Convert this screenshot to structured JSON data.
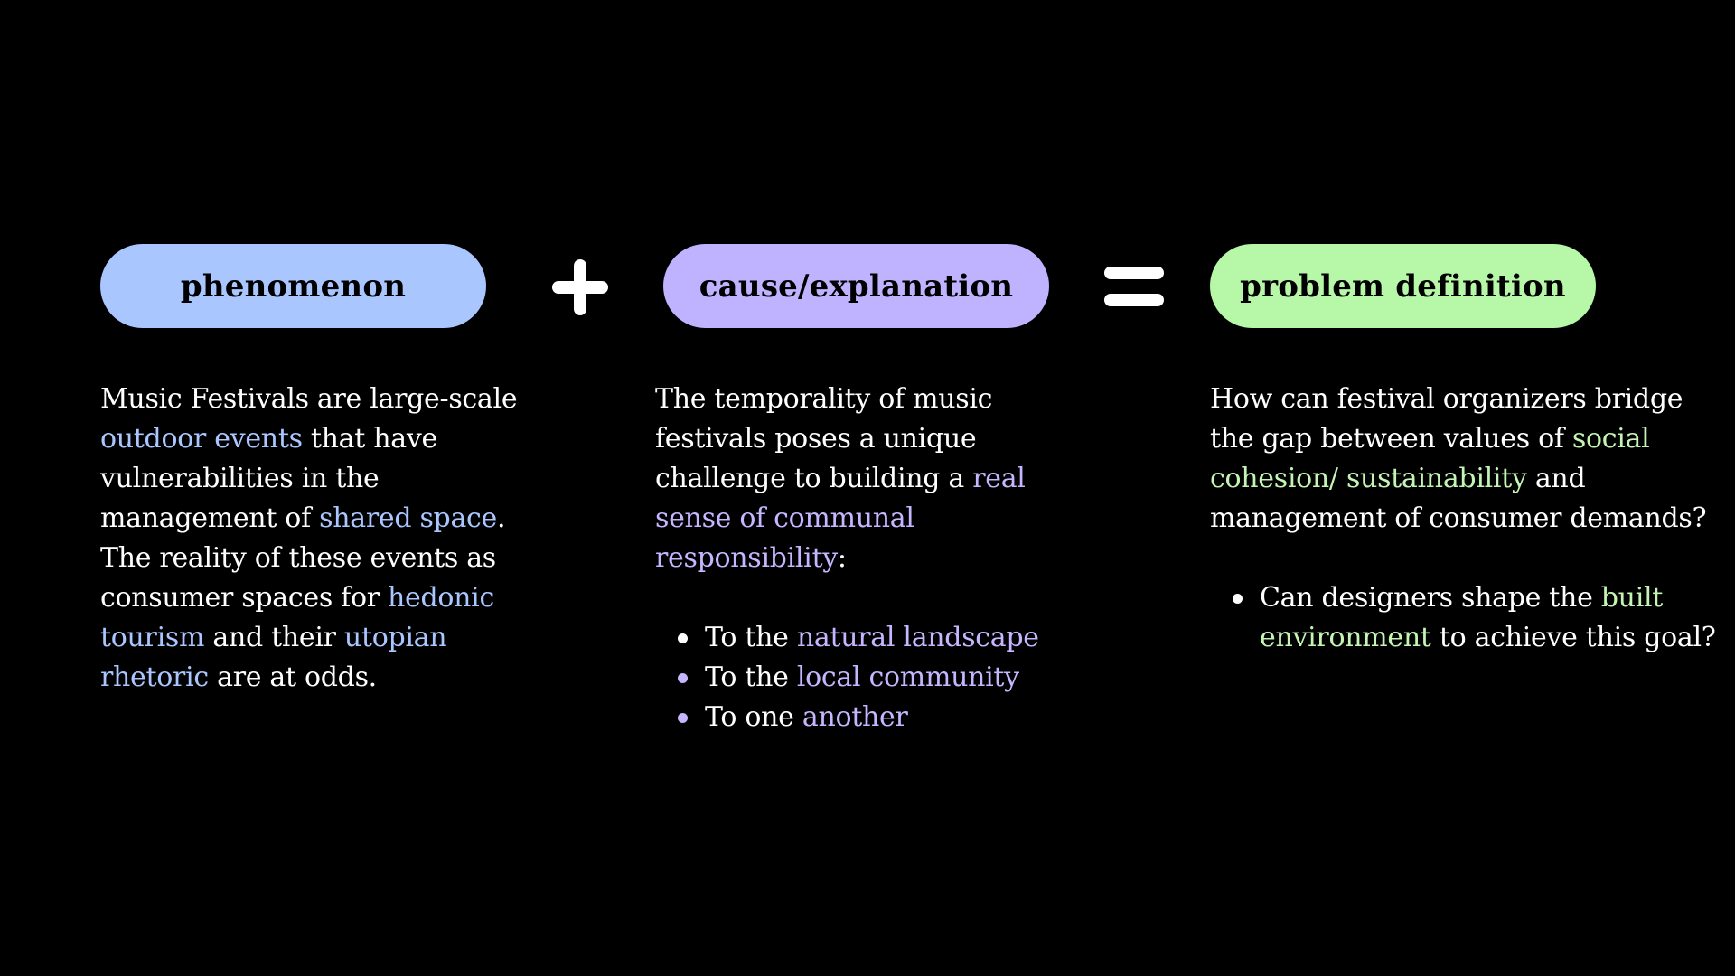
{
  "pills": {
    "phenomenon": "phenomenon",
    "cause": "cause/explanation",
    "problem": "problem definition"
  },
  "colors": {
    "background": "#000000",
    "pill_blue": "#aac6ff",
    "pill_purple": "#bfb2ff",
    "pill_green": "#b6f8a8",
    "highlight_blue": "#aac6ff",
    "highlight_purple": "#c6b6ff",
    "highlight_green": "#c4f5b4",
    "text": "#ffffff"
  },
  "operators": {
    "plus_icon": "plus-icon",
    "equals_icon": "equals-icon"
  },
  "col1": {
    "t1": "Music Festivals are large-scale ",
    "h1": "outdoor events",
    "t2": " that have vulnerabilities in the management of ",
    "h2": "shared space",
    "t3": ". The reality of these events as consumer spaces for ",
    "h3": "hedonic tourism",
    "t4": " and their ",
    "h4": "utopian rhetoric",
    "t5": " are at odds."
  },
  "col2": {
    "t1": "The temporality of music festivals poses a unique challenge to building a ",
    "h1": "real sense of communal responsibility",
    "t2": ":",
    "bullets": [
      {
        "prefix": "To the ",
        "highlight": "natural landscape"
      },
      {
        "prefix": "To the ",
        "highlight": "local community"
      },
      {
        "prefix": "To one ",
        "highlight": "another"
      }
    ]
  },
  "col3": {
    "t1": "How can festival organizers bridge the gap between values of ",
    "h1": "social cohesion/ sustainability",
    "t2": " and management of consumer demands?",
    "bullet": {
      "prefix": "Can designers shape the ",
      "highlight": "built environment",
      "suffix": " to achieve this goal?"
    }
  }
}
